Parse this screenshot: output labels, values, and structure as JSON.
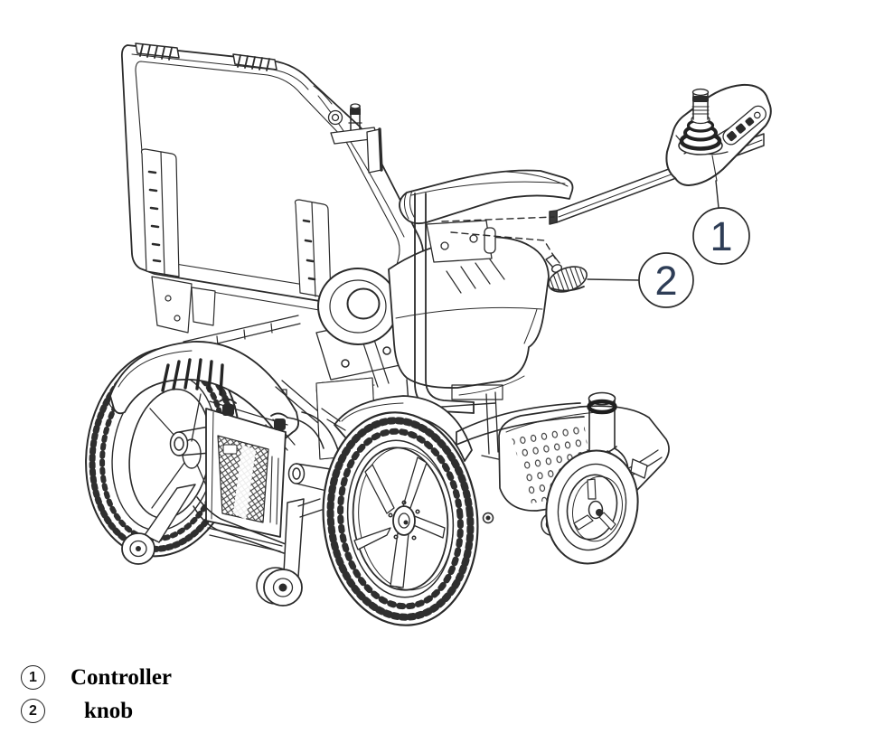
{
  "diagram": {
    "callouts": [
      {
        "number": "1"
      },
      {
        "number": "2"
      }
    ]
  },
  "legend": {
    "items": [
      {
        "number": "1",
        "label": "Controller"
      },
      {
        "number": "2",
        "label": "knob"
      }
    ]
  },
  "colors": {
    "line": "#2b2b2b",
    "background": "#ffffff",
    "callout_number": "#2e3d56",
    "legend_text": "#000000"
  }
}
